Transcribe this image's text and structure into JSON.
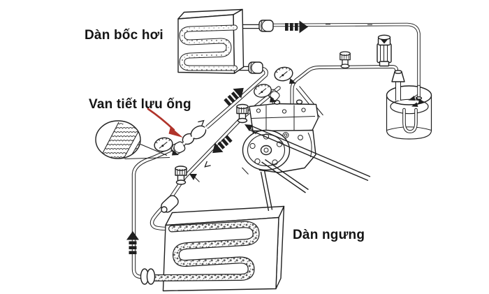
{
  "diagram": {
    "labels": {
      "evaporator": "Dàn bốc hơi",
      "throttle_valve": "Van tiết lưu ống",
      "condenser": "Dàn ngưng"
    },
    "colors": {
      "background": "#ffffff",
      "ink": "#1f1f1f",
      "callout_arrow_red": "#b0342b"
    }
  }
}
